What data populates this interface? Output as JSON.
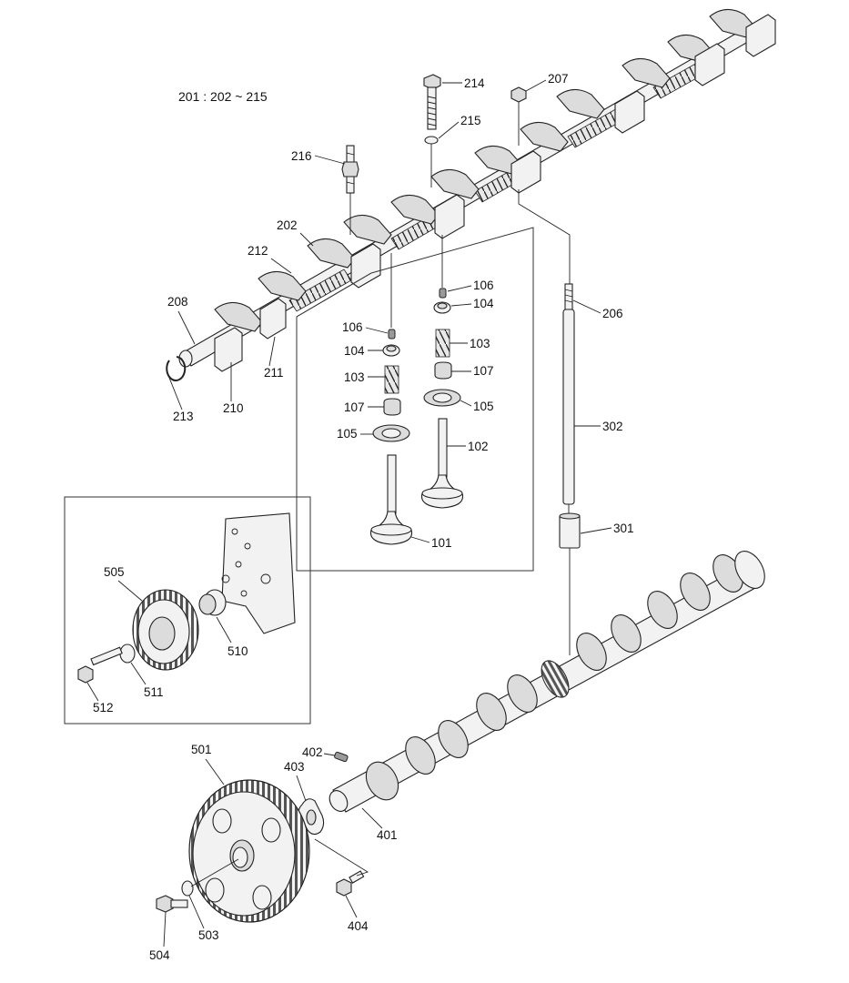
{
  "header": {
    "group_text": "201 : 202 ~ 215"
  },
  "labels": {
    "p214": "214",
    "p207": "207",
    "p215": "215",
    "p216": "216",
    "p202": "202",
    "p212": "212",
    "p208": "208",
    "p211": "211",
    "p213": "213",
    "p210": "210",
    "p106a": "106",
    "p104a": "104",
    "p103a": "103",
    "p107a": "107",
    "p105a": "105",
    "p106b": "106",
    "p104b": "104",
    "p103b": "103",
    "p107b": "107",
    "p105b": "105",
    "p102": "102",
    "p101": "101",
    "p206": "206",
    "p302": "302",
    "p301": "301",
    "p505": "505",
    "p510": "510",
    "p511": "511",
    "p512": "512",
    "p501": "501",
    "p402": "402",
    "p403": "403",
    "p401": "401",
    "p404": "404",
    "p503": "503",
    "p504": "504"
  },
  "icons": {
    "rocker_shaft": "rocker-shaft-assembly-icon",
    "valve": "valve-icon",
    "pushrod": "pushrod-icon",
    "tappet": "tappet-icon",
    "camshaft": "camshaft-icon",
    "cam_gear": "camshaft-gear-icon",
    "idler_gear": "idler-gear-icon"
  }
}
